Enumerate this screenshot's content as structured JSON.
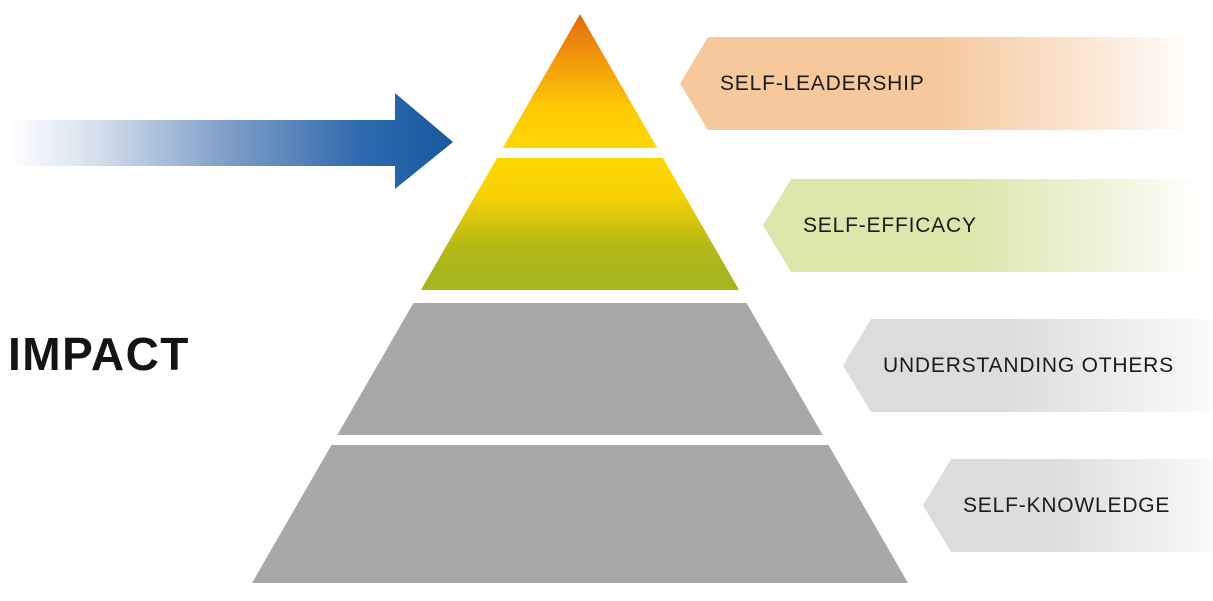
{
  "impact_label": "IMPACT",
  "arrow": {
    "name": "impact-arrow",
    "direction": "right",
    "gradient_start": "#ffffff",
    "gradient_end": "#17599f"
  },
  "pyramid": {
    "levels": [
      {
        "rank": 1,
        "label": "SELF-LEADERSHIP",
        "segment_gradient_top": "#e4690c",
        "segment_gradient_bottom": "#ffd602",
        "banner_color": "#f6c89c"
      },
      {
        "rank": 2,
        "label": "SELF-EFFICACY",
        "segment_gradient_top": "#ffd601",
        "segment_gradient_bottom": "#a8b51e",
        "banner_color": "#dee5ab"
      },
      {
        "rank": 3,
        "label": "UNDERSTANDING OTHERS",
        "segment_gradient_top": "#a8a8a8",
        "segment_gradient_bottom": "#a8a8a8",
        "banner_color": "#dcdcdc"
      },
      {
        "rank": 4,
        "label": "SELF-KNOWLEDGE",
        "segment_gradient_top": "#a8a8a8",
        "segment_gradient_bottom": "#a8a8a8",
        "banner_color": "#dcdcdc"
      }
    ]
  }
}
